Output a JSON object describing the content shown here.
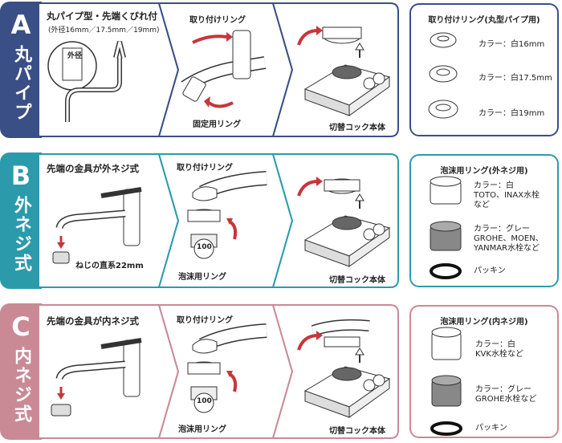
{
  "colors": {
    "a": "#3a4f86",
    "b": "#2b9bab",
    "c": "#c98a96"
  },
  "sections": [
    {
      "letter": "A",
      "name": "丸パイプ",
      "p1": {
        "title": "丸パイプ型・先端くびれ付",
        "subtitle": "(外径16mm／17.5mm／19mm)",
        "label": "外径"
      },
      "p2": {
        "top_label": "取り付けリング",
        "bottom_label": "固定用リング"
      },
      "p3": {
        "label": "切替コック本体"
      },
      "side": {
        "title": "取り付けリング(丸型パイプ用)",
        "items": [
          "カラー：白16mm",
          "カラー：白17.5mm",
          "カラー：白19mm"
        ]
      }
    },
    {
      "letter": "B",
      "name": "外ネジ式",
      "p1": {
        "title": "先端の金具が外ネジ式",
        "label": "ねじの直系22mm"
      },
      "p2": {
        "top_label": "取り付けリング",
        "bottom_label": "泡沫用リング",
        "badge": "100"
      },
      "p3": {
        "label": "切替コック本体"
      },
      "side": {
        "title": "泡沫用リング(外ネジ用)",
        "items": [
          "カラー：白\nTOTO、INAX水栓\nなど",
          "カラー：グレー\nGROHE、MOEN、\nYANMAR水栓など",
          "パッキン"
        ]
      }
    },
    {
      "letter": "C",
      "name": "内ネジ式",
      "p1": {
        "title": "先端の金具が内ネジ式"
      },
      "p2": {
        "top_label": "取り付けリング",
        "bottom_label": "泡沫用リング",
        "badge": "100"
      },
      "p3": {
        "label": "切替コック本体"
      },
      "side": {
        "title": "泡沫用リング(内ネジ用)",
        "items": [
          "カラー：白\nKVK水栓など",
          "カラー：グレー\nGROHE水栓など",
          "パッキン"
        ]
      }
    }
  ]
}
